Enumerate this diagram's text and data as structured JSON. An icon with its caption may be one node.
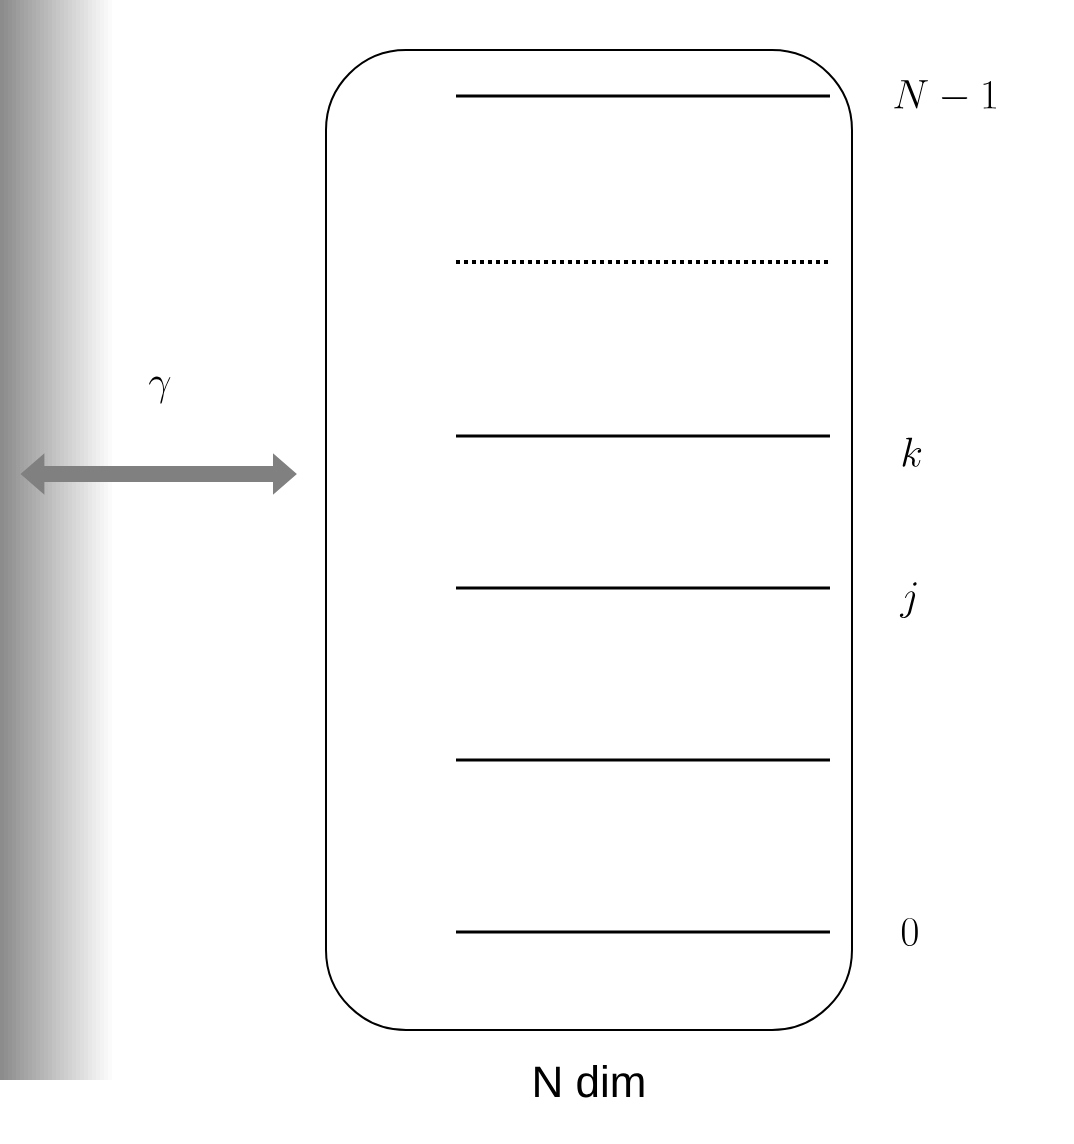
{
  "diagram": {
    "nodes": [
      {
        "text": [],
        "shape": "bar"
      },
      {
        "text": [],
        "shape": "box",
        "beside": [
          "N dim"
        ]
      }
    ],
    "edges": [
      {
        "from": 0,
        "to": 1,
        "arrow": "both",
        "label": "\\gamma",
        "color": "#808080"
      }
    ],
    "labels": [
      "N-1",
      "k",
      "j",
      "0"
    ]
  }
}
